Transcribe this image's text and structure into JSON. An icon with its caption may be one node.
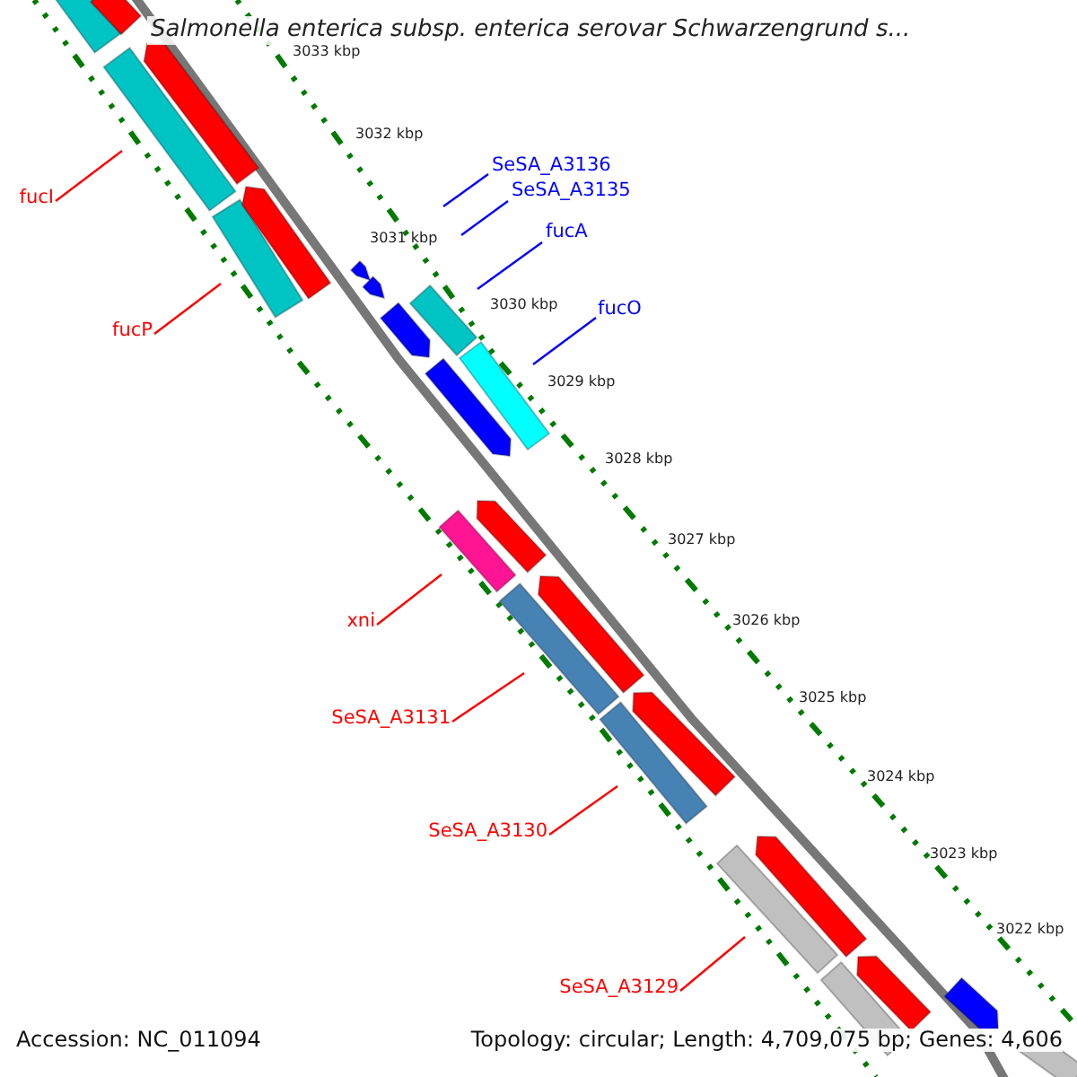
{
  "diagram": {
    "title": "Salmonella enterica subsp. enterica serovar Schwarzengrund s...",
    "nodes": [
      {
        "text": [
          "fucI"
        ]
      },
      {
        "text": [
          "fucP"
        ]
      },
      {
        "text": [
          "SeSA_A3136"
        ]
      },
      {
        "text": [
          "SeSA_A3135"
        ]
      },
      {
        "text": [
          "fucA"
        ]
      },
      {
        "text": [
          "fucO"
        ]
      },
      {
        "text": [
          "xni"
        ]
      },
      {
        "text": [
          "SeSA_A3131"
        ]
      },
      {
        "text": [
          "SeSA_A3130"
        ]
      },
      {
        "text": [
          "SeSA_A3129"
        ]
      }
    ],
    "edges": [
      {
        "from": 0,
        "to": null,
        "arrow": "none"
      },
      {
        "from": 1,
        "to": null,
        "arrow": "none"
      },
      {
        "from": 2,
        "to": null,
        "arrow": "none",
        "color": "#0000ff"
      },
      {
        "from": 3,
        "to": null,
        "arrow": "none",
        "color": "#0000ff"
      },
      {
        "from": 4,
        "to": null,
        "arrow": "none",
        "color": "#0000ff"
      },
      {
        "from": 5,
        "to": null,
        "arrow": "none",
        "color": "#0000ff"
      },
      {
        "from": 6,
        "to": null,
        "arrow": "none"
      },
      {
        "from": 7,
        "to": null,
        "arrow": "none"
      },
      {
        "from": 8,
        "to": null,
        "arrow": "none"
      },
      {
        "from": 9,
        "to": null,
        "arrow": "none"
      }
    ],
    "labels": [
      "3033 kbp",
      "3032 kbp",
      "3031 kbp",
      "3030 kbp",
      "3029 kbp",
      "3028 kbp",
      "3027 kbp",
      "3026 kbp",
      "3025 kbp",
      "3024 kbp",
      "3023 kbp",
      "3022 kbp",
      "Accession: NC_011094",
      "Topology: circular; Length: 4,709,075 bp; Genes: 4,606"
    ]
  }
}
